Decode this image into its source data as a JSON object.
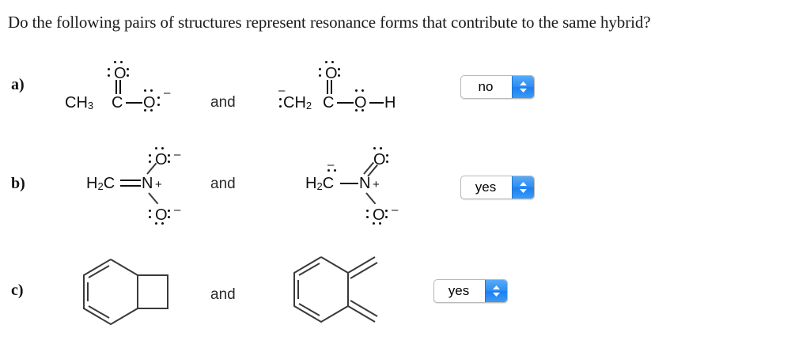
{
  "question": {
    "text": "Do the following pairs of structures represent resonance forms that contribute to the same hybrid?"
  },
  "conjunction_label": "and",
  "theme": {
    "accent_blue": "#2f8ef2",
    "ink": "#111111",
    "bond_gray": "#3a3a3a",
    "background": "#ffffff"
  },
  "rows": [
    {
      "id": "a",
      "label": "a)",
      "left_structure": {
        "name": "acetate-resonance-form-1",
        "formula_parts": [
          "CH",
          "3",
          "C",
          "O",
          "O"
        ],
        "atoms": [
          "CH3",
          "C",
          "O",
          "O"
        ],
        "ch3_label": "CH",
        "ch3_sub": "3",
        "c_label": "C",
        "top_o_label": "O",
        "right_o_label": "O",
        "right_o_charge": "–"
      },
      "right_structure": {
        "name": "acetic-acid-carbanion-form",
        "ch2_label": "CH",
        "ch2_sub": "2",
        "c_label": "C",
        "top_o_label": "O",
        "right_o_label": "O",
        "h_label": "H",
        "carbanion_charge": "–"
      },
      "answer": {
        "value": "no",
        "options": [
          "yes",
          "no"
        ]
      }
    },
    {
      "id": "b",
      "label": "b)",
      "left_structure": {
        "name": "nitromethane-resonance-form-1",
        "h2c_label": "H",
        "h2c_sub": "2",
        "c_label": "C",
        "n_label": "N",
        "n_charge": "+",
        "upper_o_label": "O",
        "upper_o_charge": "–",
        "lower_o_label": "O",
        "lower_o_charge": "–"
      },
      "right_structure": {
        "name": "nitromethane-resonance-form-2",
        "h2c_label": "H",
        "h2c_sub": "2",
        "c_label": "C",
        "c_charge": "–",
        "n_label": "N",
        "n_charge": "+",
        "upper_o_label": "O",
        "lower_o_label": "O",
        "lower_o_charge": "–"
      },
      "answer": {
        "value": "yes",
        "options": [
          "yes",
          "no"
        ]
      }
    },
    {
      "id": "c",
      "label": "c)",
      "left_structure": {
        "name": "benzocyclobutene"
      },
      "right_structure": {
        "name": "ortho-xylylene"
      },
      "answer": {
        "value": "yes",
        "options": [
          "yes",
          "no"
        ]
      }
    }
  ]
}
